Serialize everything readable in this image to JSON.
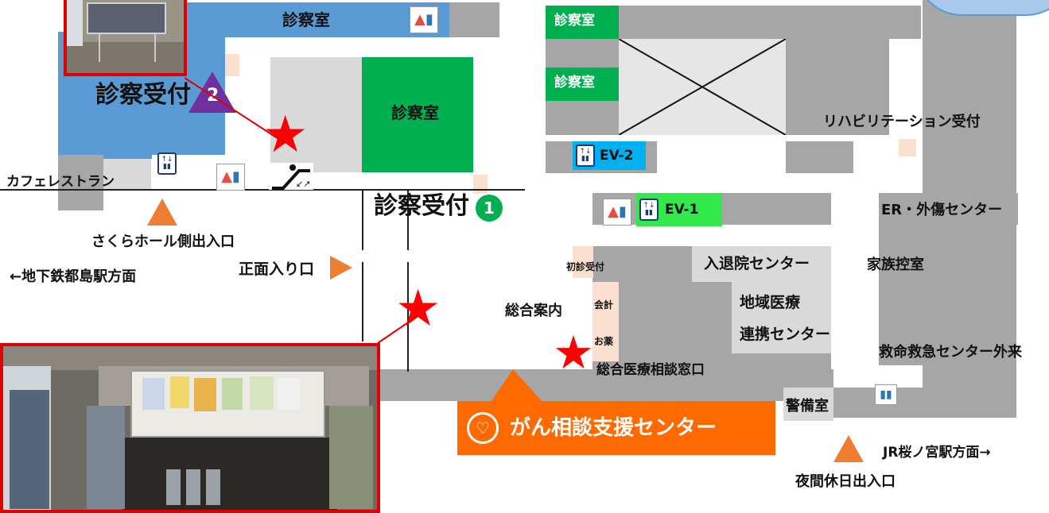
{
  "labels": {
    "shinsatsu_top": "診察室",
    "shinsatsu_green1": "診察室",
    "shinsatsu_green2": "診察室",
    "shinsatsu_big": "診察室",
    "reception2": "診察受付",
    "reception2_num": "2",
    "reception1": "診察受付",
    "reception1_num": "1",
    "cafe": "カフェレストラン",
    "sakura_exit": "さくらホール側出入口",
    "subway": "←地下鉄都島駅方面",
    "main_entrance": "正面入り口",
    "ev2": "EV-2",
    "ev1": "EV-1",
    "rehab": "リハビリテーション受付",
    "er": "ER・外傷センター",
    "admission": "入退院センター",
    "family": "家族控室",
    "first_visit": "初診受付",
    "cashier": "会計",
    "medicine": "お薬",
    "general_info": "総合案内",
    "regional1": "地域医療",
    "regional2": "連携センター",
    "emergency_out": "救命救急センター外来",
    "consult_window": "総合医療相談窓口",
    "cancer_center": "がん相談支援センター",
    "guard": "警備室",
    "jr": "JR桜ノ宮駅方面→",
    "night_exit": "夜間休日出入口"
  },
  "colors": {
    "blue_zone": "#5b9bd5",
    "green_room": "#00b050",
    "purple_badge": "#7030a0",
    "orange": "#ed7d31",
    "banner_orange": "#ff6a00",
    "star_red": "#ff0000",
    "ev2_cyan": "#00b0f0",
    "ev1_green": "#33e84a",
    "photo_border": "#e00000"
  },
  "icons": {
    "restroom": "restroom-icon",
    "elevator": "elevator-icon",
    "escalator": "escalator-icon",
    "star": "star-marker-icon",
    "entrance": "entrance-triangle-icon",
    "logo": "cancer-center-heart-logo-icon"
  }
}
